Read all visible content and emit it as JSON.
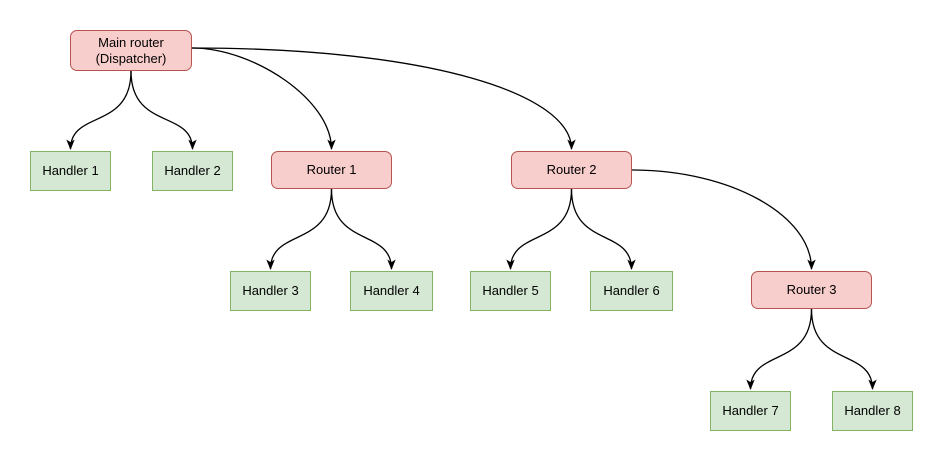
{
  "diagram": {
    "type": "tree-flowchart",
    "colors": {
      "bg": "#ffffff",
      "router_fill": "#f8cecc",
      "router_border": "#b85450",
      "handler_fill": "#d5e8d4",
      "handler_border": "#82b366",
      "edge": "#000000",
      "text": "#000000"
    },
    "nodes": {
      "main_router": {
        "label": "Main router\n(Dispatcher)",
        "type": "router"
      },
      "handler1": {
        "label": "Handler 1",
        "type": "handler"
      },
      "handler2": {
        "label": "Handler 2",
        "type": "handler"
      },
      "router1": {
        "label": "Router 1",
        "type": "router"
      },
      "router2": {
        "label": "Router 2",
        "type": "router"
      },
      "handler3": {
        "label": "Handler 3",
        "type": "handler"
      },
      "handler4": {
        "label": "Handler 4",
        "type": "handler"
      },
      "handler5": {
        "label": "Handler 5",
        "type": "handler"
      },
      "handler6": {
        "label": "Handler 6",
        "type": "handler"
      },
      "router3": {
        "label": "Router 3",
        "type": "router"
      },
      "handler7": {
        "label": "Handler 7",
        "type": "handler"
      },
      "handler8": {
        "label": "Handler 8",
        "type": "handler"
      }
    },
    "edges": [
      {
        "from": "main_router",
        "to": "handler1"
      },
      {
        "from": "main_router",
        "to": "handler2"
      },
      {
        "from": "main_router",
        "to": "router1"
      },
      {
        "from": "main_router",
        "to": "router2"
      },
      {
        "from": "router1",
        "to": "handler3"
      },
      {
        "from": "router1",
        "to": "handler4"
      },
      {
        "from": "router2",
        "to": "handler5"
      },
      {
        "from": "router2",
        "to": "handler6"
      },
      {
        "from": "router2",
        "to": "router3"
      },
      {
        "from": "router3",
        "to": "handler7"
      },
      {
        "from": "router3",
        "to": "handler8"
      }
    ]
  }
}
